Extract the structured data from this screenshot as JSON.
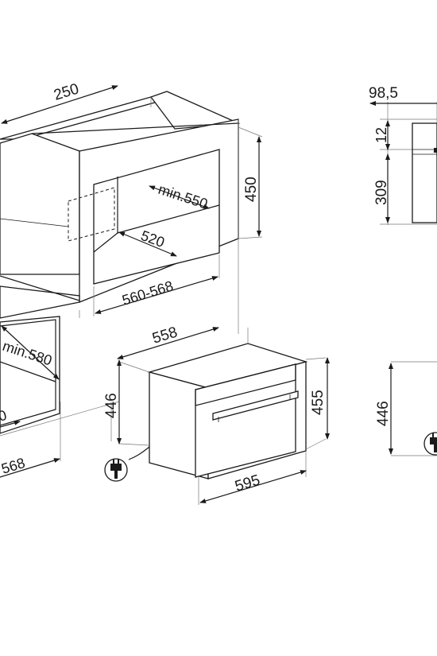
{
  "dimensions": {
    "niche_top_depth": "250",
    "niche_height": "450",
    "niche_inner_depth": "min.550",
    "niche_shelf_depth": "520",
    "niche_width": "560-568",
    "lower_niche_depth": "min.580",
    "lower_niche_partial": "0",
    "lower_niche_width": "568",
    "oven_depth": "558",
    "oven_height": "455",
    "oven_width": "595",
    "oven_side_height": "446",
    "side_front_depth": "98,5",
    "side_top_gap": "12",
    "side_height": "309",
    "side_bottom_height": "446"
  },
  "icons": {
    "plug": "power-plug-icon"
  }
}
